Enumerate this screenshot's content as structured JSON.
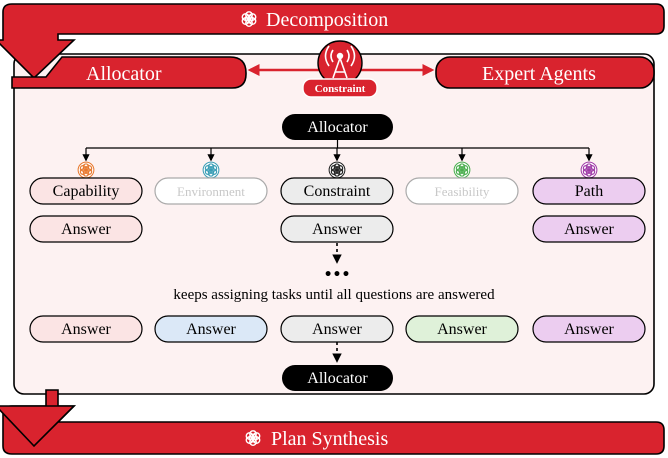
{
  "top_banner": {
    "label": "Decomposition"
  },
  "bottom_banner": {
    "label": "Plan Synthesis"
  },
  "left_tab": {
    "label": "Allocator"
  },
  "right_tab": {
    "label": "Expert Agents"
  },
  "constraint_badge": {
    "label": "Constraint"
  },
  "allocator_top": {
    "label": "Allocator"
  },
  "allocator_bottom": {
    "label": "Allocator"
  },
  "agents": [
    {
      "label": "Capability",
      "answer": "Answer",
      "accent": "#e8792f",
      "fill": "#fbe4e4",
      "dim": false,
      "has_answer": true
    },
    {
      "label": "Environment",
      "answer": "",
      "accent": "#3a9db5",
      "fill": "#ffffff",
      "dim": true,
      "has_answer": false
    },
    {
      "label": "Constraint",
      "answer": "Answer",
      "accent": "#222222",
      "fill": "#ececec",
      "dim": false,
      "has_answer": true
    },
    {
      "label": "Feasibility",
      "answer": "",
      "accent": "#4caf50",
      "fill": "#ffffff",
      "dim": true,
      "has_answer": false
    },
    {
      "label": "Path",
      "answer": "Answer",
      "accent": "#a03ca8",
      "fill": "#eccdf0",
      "dim": false,
      "has_answer": true
    }
  ],
  "ellipsis": "•••",
  "loop_text": "keeps assigning tasks until all questions are answered",
  "answers_row": [
    {
      "label": "Answer",
      "fill": "#fbe4e4"
    },
    {
      "label": "Answer",
      "fill": "#dbe8f7"
    },
    {
      "label": "Answer",
      "fill": "#ececec"
    },
    {
      "label": "Answer",
      "fill": "#dff1d9"
    },
    {
      "label": "Answer",
      "fill": "#eccdf0"
    }
  ],
  "colors": {
    "red": "#d9232e",
    "dark_outline": "#000000",
    "panel": "#fdf2f2",
    "dim_text": "#c8c8c8"
  },
  "icons": {
    "agent": "openai-knot-icon",
    "constraint": "signal-tower-icon"
  }
}
